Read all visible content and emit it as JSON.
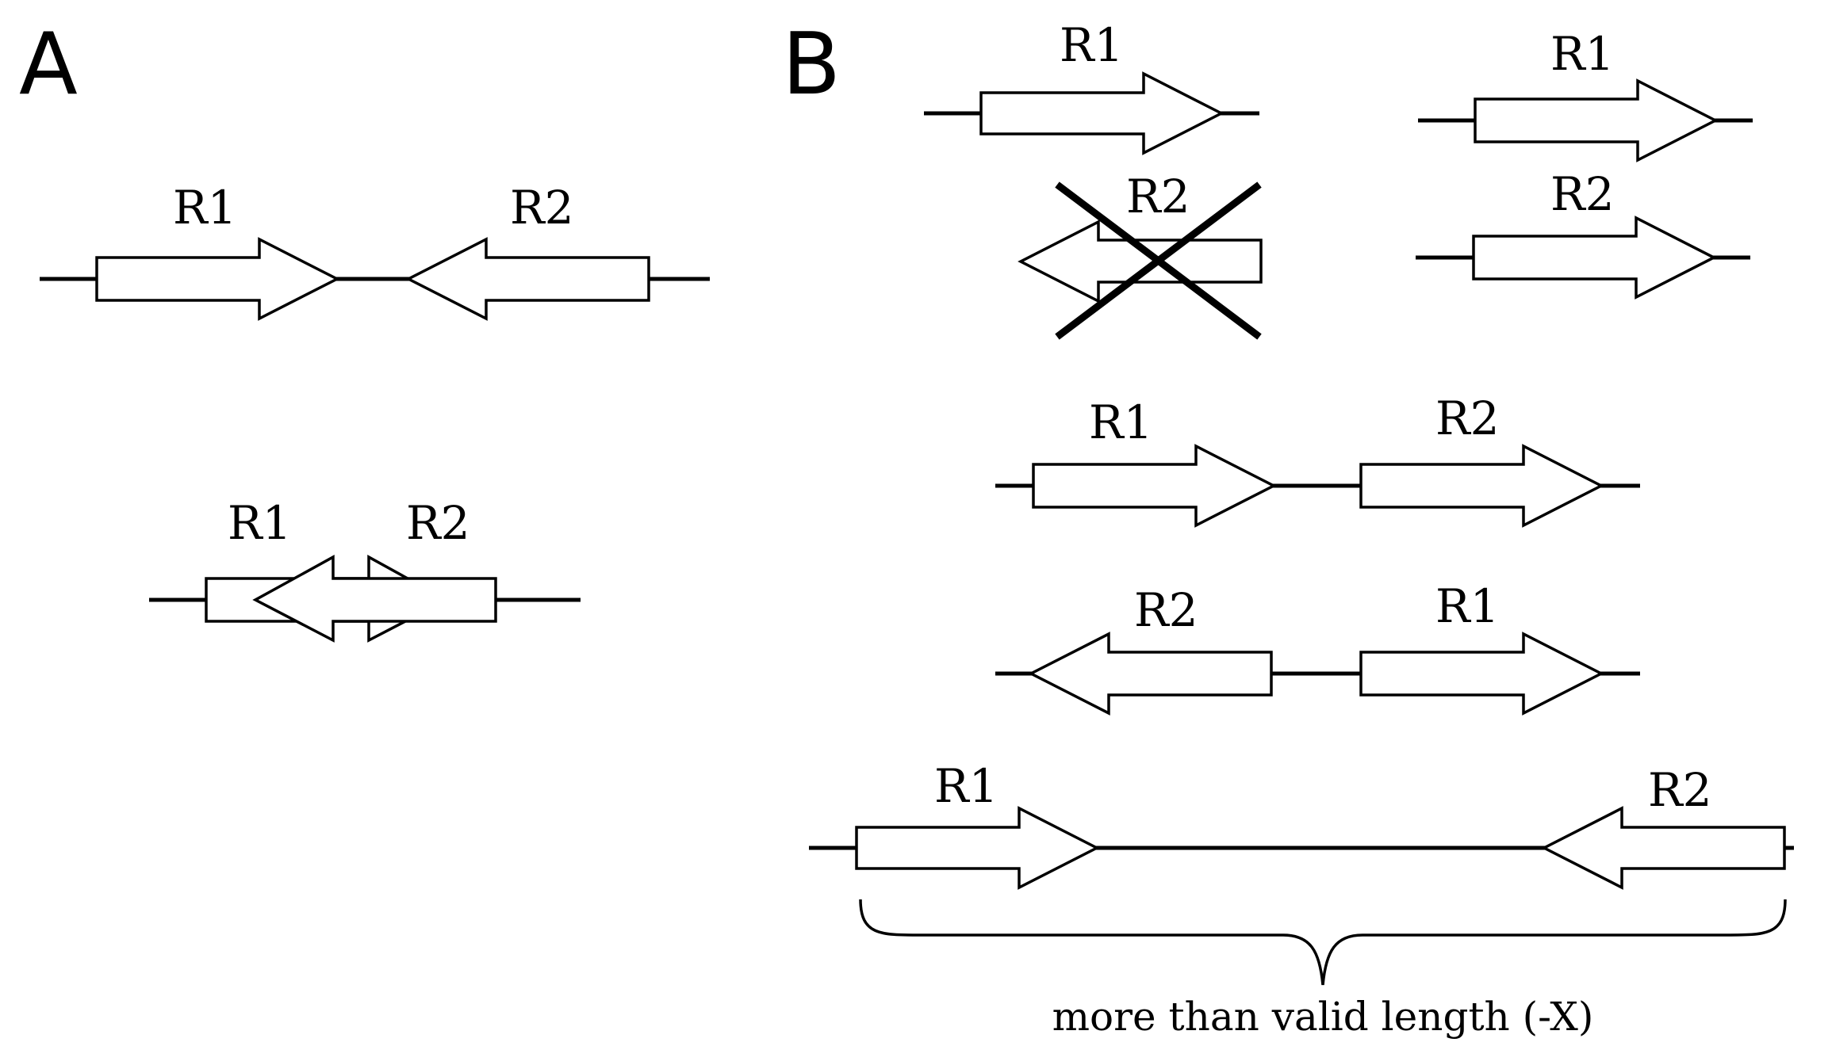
{
  "panels": {
    "a": {
      "letter": "A"
    },
    "b": {
      "letter": "B"
    }
  },
  "labels": {
    "r1": "R1",
    "r2": "R2"
  },
  "bracket_label": "more than valid length (-X)",
  "colors": {
    "stroke": "#000000",
    "fill": "#ffffff"
  }
}
